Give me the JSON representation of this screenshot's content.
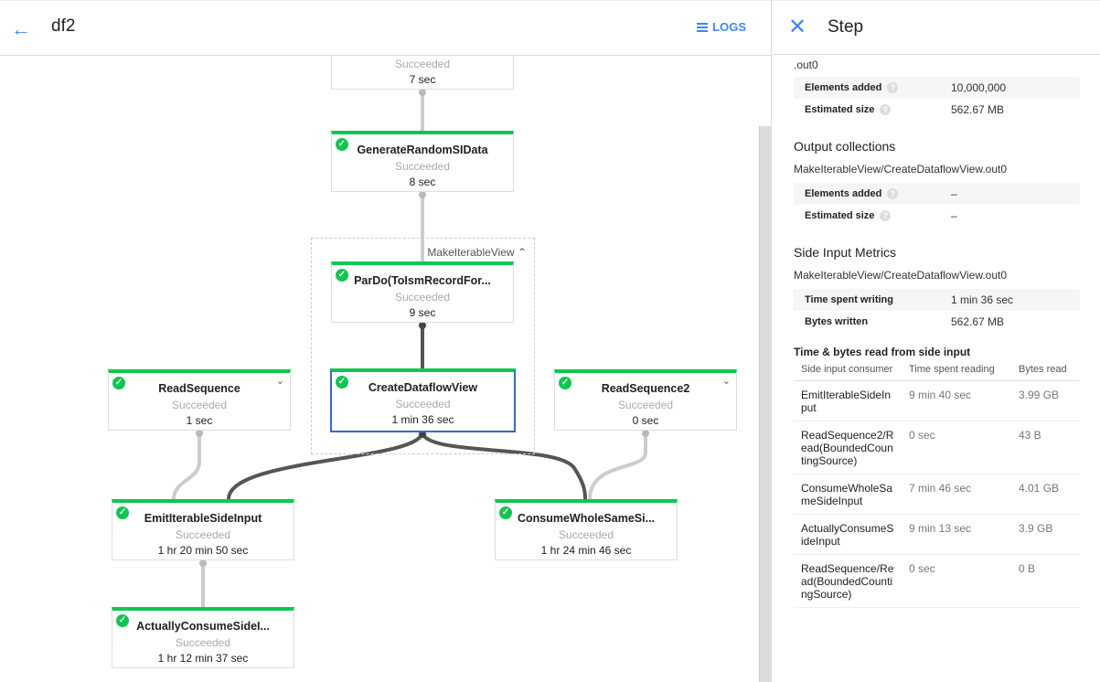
{
  "header": {
    "title": "df2",
    "logs_label": "LOGS",
    "back_icon": "arrow-back-icon",
    "logs_icon": "list-icon"
  },
  "colors": {
    "accent": "#4285f4",
    "success": "#0fc750",
    "selected": "#3367d6"
  },
  "graph": {
    "group_label": "MakeIterableView",
    "nodes": [
      {
        "name": "",
        "status": "Succeeded",
        "time": "7 sec"
      },
      {
        "name": "GenerateRandomSIData",
        "status": "Succeeded",
        "time": "8 sec"
      },
      {
        "name": "ParDo(ToIsmRecordFor...",
        "status": "Succeeded",
        "time": "9 sec"
      },
      {
        "name": "CreateDataflowView",
        "status": "Succeeded",
        "time": "1 min 36 sec"
      },
      {
        "name": "ReadSequence",
        "status": "Succeeded",
        "time": "1 sec"
      },
      {
        "name": "ReadSequence2",
        "status": "Succeeded",
        "time": "0 sec"
      },
      {
        "name": "EmitIterableSideInput",
        "status": "Succeeded",
        "time": "1 hr 20 min 50 sec"
      },
      {
        "name": "ConsumeWholeSameSi...",
        "status": "Succeeded",
        "time": "1 hr 24 min 46 sec"
      },
      {
        "name": "ActuallyConsumeSideI...",
        "status": "Succeeded",
        "time": "1 hr 12 min 37 sec"
      }
    ]
  },
  "panel": {
    "title": "Step",
    "input_tail": ".out0",
    "input_metrics": [
      {
        "k": "Elements added",
        "v": "10,000,000"
      },
      {
        "k": "Estimated size",
        "v": "562.67 MB"
      }
    ],
    "output_title": "Output collections",
    "output_name": "MakeIterableView/CreateDataflowView.out0",
    "output_metrics": [
      {
        "k": "Elements added",
        "v": "–"
      },
      {
        "k": "Estimated size",
        "v": "–"
      }
    ],
    "side_title": "Side Input Metrics",
    "side_name": "MakeIterableView/CreateDataflowView.out0",
    "side_metrics": [
      {
        "k": "Time spent writing",
        "v": "1 min 36 sec"
      },
      {
        "k": "Bytes written",
        "v": "562.67 MB"
      }
    ],
    "read_title": "Time & bytes read from side input",
    "read_headers": [
      "Side input consumer",
      "Time spent reading",
      "Bytes read"
    ],
    "read_rows": [
      [
        "EmitIterableSideInput",
        "9 min 40 sec",
        "3.99 GB"
      ],
      [
        "ReadSequence2/Read(BoundedCountingSource)",
        "0 sec",
        "43 B"
      ],
      [
        "ConsumeWholeSameSideInput",
        "7 min 46 sec",
        "4.01 GB"
      ],
      [
        "ActuallyConsumeSideInput",
        "9 min 13 sec",
        "3.9 GB"
      ],
      [
        "ReadSequence/Read(BoundedCountingSource)",
        "0 sec",
        "0 B"
      ]
    ]
  }
}
